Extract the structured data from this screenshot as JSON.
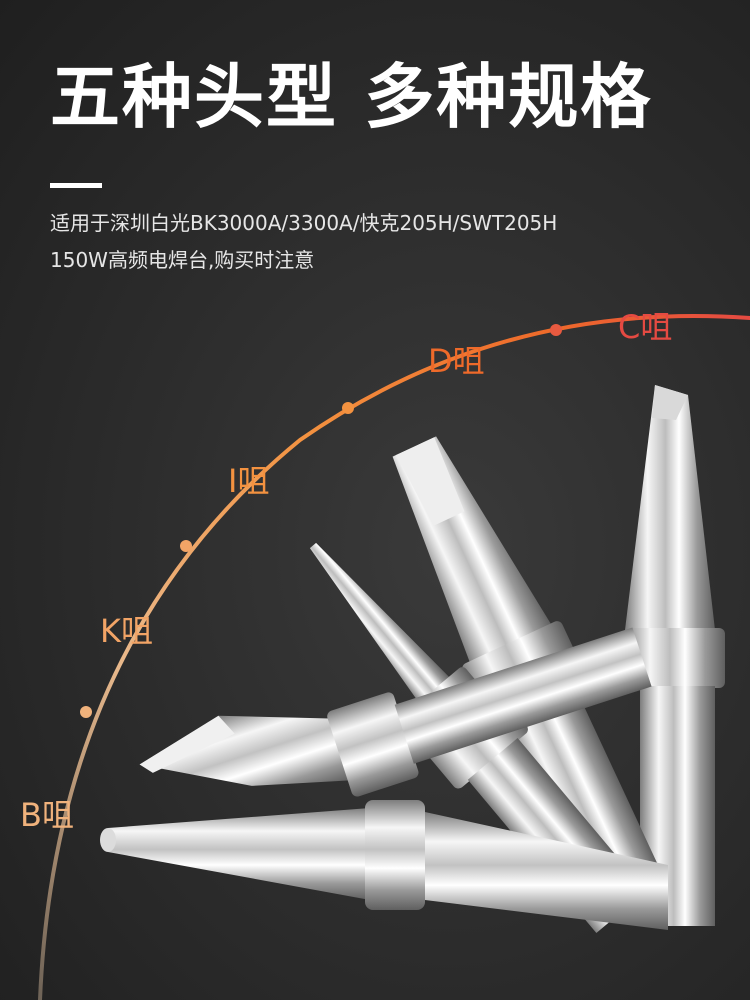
{
  "title": "五种头型  多种规格",
  "subtitle": {
    "line1": "适用于深圳白光BK3000A/3300A/快克205H/SWT205H",
    "line2": "150W高频电焊台,购买时注意"
  },
  "tips": [
    {
      "label": "B咀",
      "color": "#f0b27c"
    },
    {
      "label": "K咀",
      "color": "#f2a466"
    },
    {
      "label": "I咀",
      "color": "#f39240"
    },
    {
      "label": "D咀",
      "color": "#ee6a2a"
    },
    {
      "label": "C咀",
      "color": "#e54a42"
    }
  ],
  "colors": {
    "background": "#2b2b2b",
    "arc_start": "#9e8670",
    "arc_end": "#e84a44",
    "metal_light": "#f4f4f4",
    "metal_dark": "#8a8a8a"
  }
}
